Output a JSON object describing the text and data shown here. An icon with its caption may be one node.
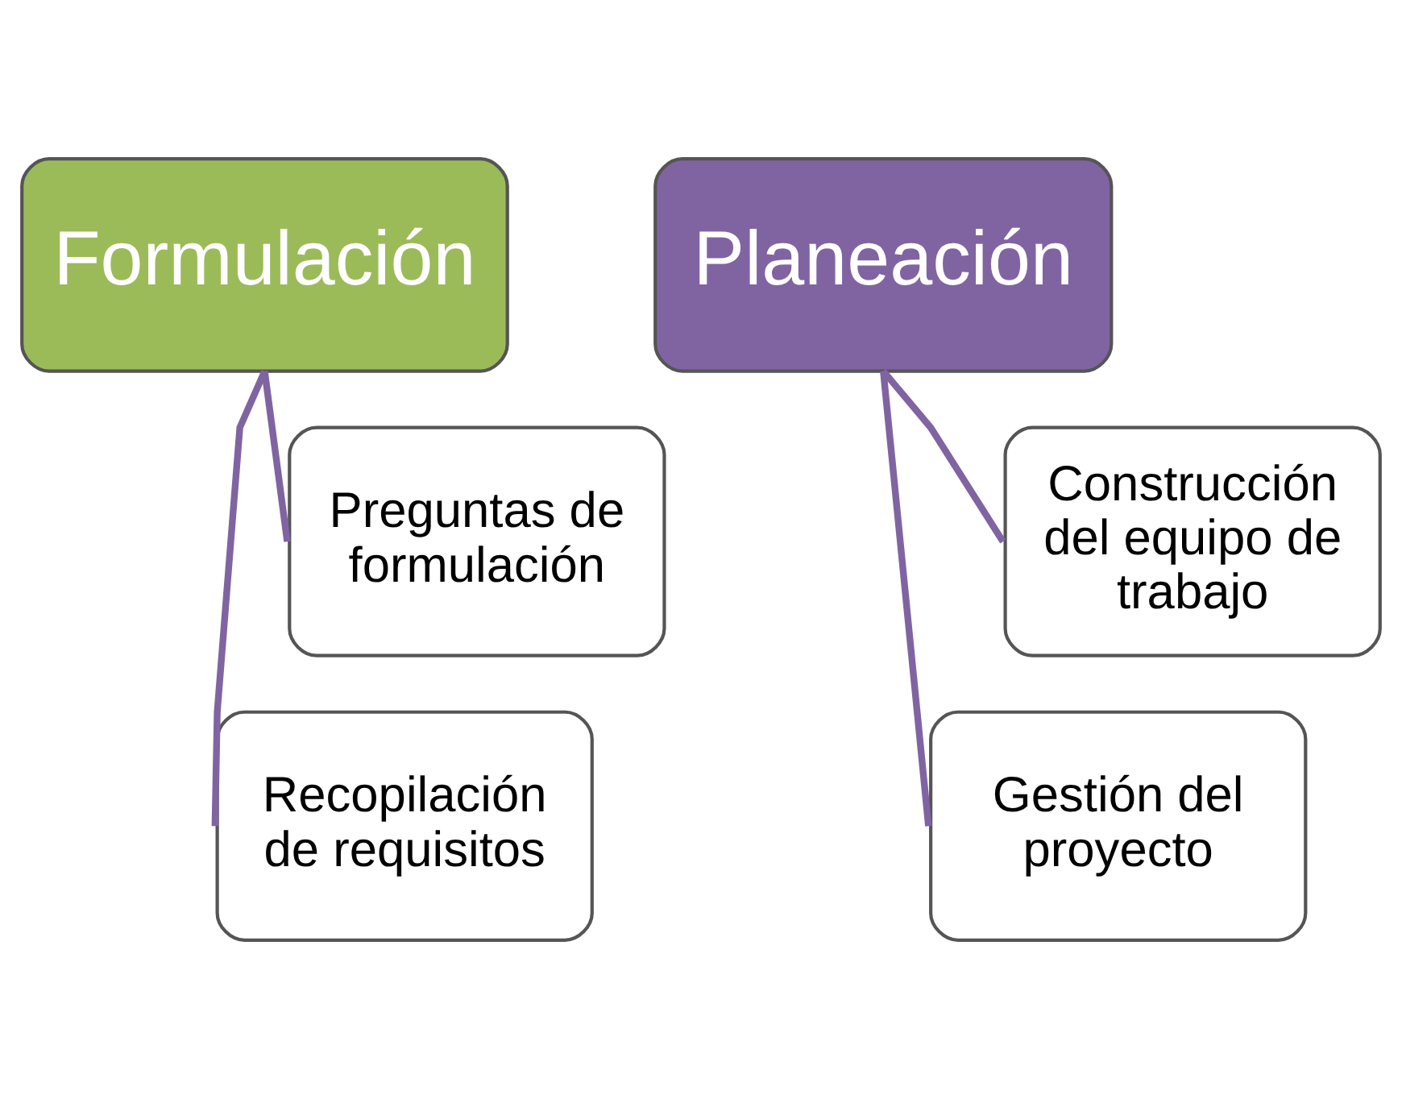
{
  "diagram": {
    "nodes": [
      {
        "text": [
          "Formulación"
        ]
      },
      {
        "text": [
          "Preguntas de formulación"
        ]
      },
      {
        "text": [
          "Recopilación de requisitos"
        ]
      },
      {
        "text": [
          "Planeación"
        ]
      },
      {
        "text": [
          "Construcción del equipo de trabajo"
        ]
      },
      {
        "text": [
          "Gestión del proyecto"
        ]
      }
    ],
    "edges": [
      {
        "from": 0,
        "to": 1,
        "arrow": "none"
      },
      {
        "from": 0,
        "to": 2,
        "arrow": "none"
      },
      {
        "from": 3,
        "to": 4,
        "arrow": "none"
      },
      {
        "from": 3,
        "to": 5,
        "arrow": "none"
      }
    ]
  }
}
